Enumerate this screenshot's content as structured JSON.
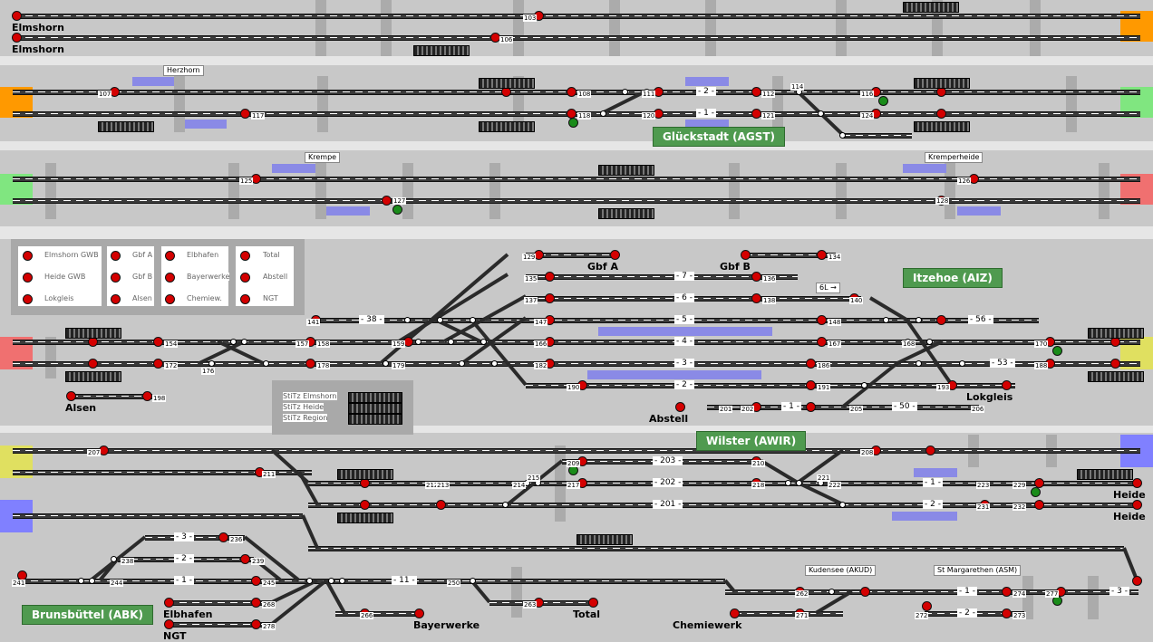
{
  "colors": {
    "portal_orange": "#ff9900",
    "portal_green": "#80e680",
    "portal_red": "#f07070",
    "portal_yellow": "#e0e060",
    "portal_blue": "#8080ff",
    "station_green": "#4f9a4f"
  },
  "labels": {
    "elmshorn1": "Elmshorn",
    "elmshorn2": "Elmshorn",
    "herzhorn": "Herzhorn",
    "krempe": "Krempe",
    "kremperheide": "Kremperheide",
    "gbf_a": "Gbf A",
    "gbf_b": "Gbf B",
    "alsen": "Alsen",
    "abstell": "Abstell",
    "lokgleis": "Lokgleis",
    "heide1": "Heide",
    "heide2": "Heide",
    "elbhafen": "Elbhafen",
    "ngt": "NGT",
    "bayerwerke": "Bayerwerke",
    "total": "Total",
    "chemiewerk": "Chemiewerk",
    "kudensee": "Kudensee (AKUD)",
    "stmargarethen": "St Margarethen (ASM)",
    "sixl": "6L →"
  },
  "stations": {
    "glueckstadt": "Glückstadt (AGST)",
    "itzehoe": "Itzehoe (AIZ)",
    "wilster": "Wilster (AWIR)",
    "brunsbuettel": "Brunsbüttel (ABK)"
  },
  "legend": [
    "Elmshorn GWB",
    "Heide GWB",
    "Lokgleis",
    "Gbf A",
    "Gbf B",
    "Alsen",
    "Elbhafen",
    "Bayerwerke",
    "Chemiew.",
    "Total",
    "Abstell",
    "NGT"
  ],
  "stitz": [
    "StiTz Elmshorn",
    "StiTz Heide",
    "StiTz Region"
  ],
  "track_nums": {
    "t2": "- 2 -",
    "t1": "- 1 -",
    "t38": "- 38 -",
    "t7": "- 7 -",
    "t6": "- 6 -",
    "t5": "- 5 -",
    "t4": "- 4 -",
    "t3": "- 3 -",
    "t2b": "- 2 -",
    "t1b": "- 1 -",
    "t50": "- 50 -",
    "t56": "- 56 -",
    "t53": "- 53 -",
    "t203": "- 203 -",
    "t202": "- 202 -",
    "t201": "- 201 -",
    "t1c": "- 1 -",
    "t2c": "- 2 -",
    "t3b": "- 3 -",
    "t2d": "- 2 -",
    "t1d": "- 1 -",
    "t11": "- 11 -",
    "t1e": "- 1 -",
    "t2e": "- 2 -",
    "t3c": "- 3 -"
  },
  "sig_nums": [
    "103",
    "106",
    "107",
    "117",
    "108",
    "118",
    "111",
    "120",
    "112",
    "121",
    "114",
    "116",
    "124",
    "125",
    "127",
    "126",
    "128",
    "129",
    "134",
    "136",
    "135",
    "137",
    "138",
    "140",
    "141",
    "147",
    "148",
    "154",
    "157",
    "158",
    "159",
    "166",
    "167",
    "168",
    "170",
    "172",
    "176",
    "178",
    "179",
    "182",
    "186",
    "188",
    "190",
    "191",
    "193",
    "198",
    "201",
    "202",
    "205",
    "206",
    "207",
    "208",
    "209",
    "210",
    "211",
    "212",
    "213",
    "214",
    "215",
    "217",
    "218",
    "221",
    "222",
    "223",
    "229",
    "231",
    "232",
    "236",
    "238",
    "239",
    "241",
    "244",
    "245",
    "250",
    "262",
    "263",
    "266",
    "268",
    "271",
    "272",
    "273",
    "274",
    "277",
    "278"
  ]
}
